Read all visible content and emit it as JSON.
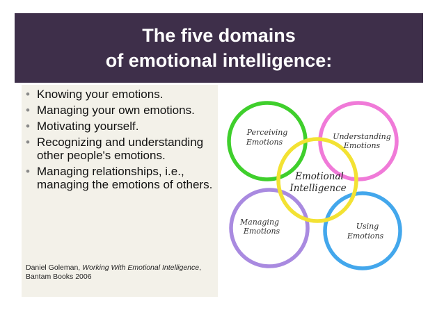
{
  "slide": {
    "title_line1": "The five domains",
    "title_line2": "of emotional intelligence:"
  },
  "bullets": [
    "Knowing your emotions.",
    "Managing your own emotions.",
    "Motivating yourself.",
    "Recognizing and understanding other people's emotions.",
    "Managing relationships, i.e., managing the emotions of others."
  ],
  "citation": {
    "author": "Daniel Goleman, ",
    "book": "Working With Emotional Intelligence",
    "publisher": ", Bantam Books 2006"
  },
  "diagram": {
    "center_line1": "Emotional",
    "center_line2": "Intelligence",
    "perceiving_line1": "Perceiving",
    "perceiving_line2": "Emotions",
    "understanding_line1": "Understanding",
    "understanding_line2": "Emotions",
    "managing_line1": "Managing",
    "managing_line2": "Emotions",
    "using_line1": "Using",
    "using_line2": "Emotions",
    "colors": {
      "perceiving": "#3fcf2c",
      "understanding": "#f07ad8",
      "center": "#f3e233",
      "managing": "#a98ae0",
      "using": "#43a7ec"
    }
  },
  "colors": {
    "title_background": "#3e2f4a",
    "content_background": "#f3f1e9"
  }
}
